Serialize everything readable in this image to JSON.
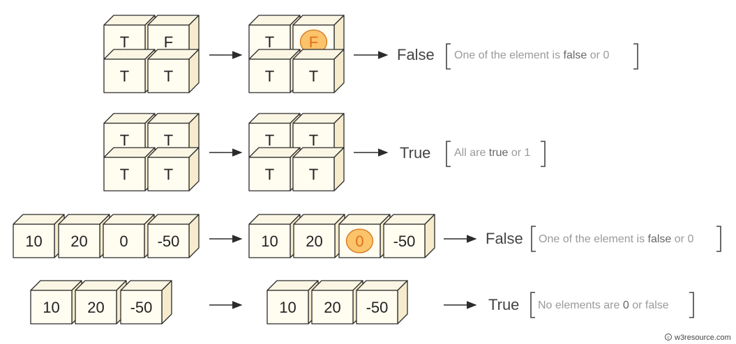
{
  "rows": [
    {
      "input": [
        "T",
        "F",
        "T",
        "T"
      ],
      "output": [
        "T",
        "F",
        "T",
        "T"
      ],
      "highlight": 1,
      "result": "False",
      "note": {
        "before": "One of the element is ",
        "strong": "false",
        "after": " or 0"
      }
    },
    {
      "input": [
        "T",
        "T",
        "T",
        "T"
      ],
      "output": [
        "T",
        "T",
        "T",
        "T"
      ],
      "highlight": -1,
      "result": "True",
      "note": {
        "before": "All are ",
        "strong": "true",
        "after": " or 1"
      }
    },
    {
      "input": [
        "10",
        "20",
        "0",
        "-50"
      ],
      "output": [
        "10",
        "20",
        "0",
        "-50"
      ],
      "highlight": 2,
      "result": "False",
      "note": {
        "before": "One of the element is ",
        "strong": "false",
        "after": " or 0"
      }
    },
    {
      "input": [
        "10",
        "20",
        "-50"
      ],
      "output": [
        "10",
        "20",
        "-50"
      ],
      "highlight": -1,
      "result": "True",
      "note": {
        "before": "No elements are ",
        "strong": "0",
        "after": " or false"
      }
    }
  ],
  "watermark": "w3resource.com",
  "colors": {
    "cube_front": "#fffcf0",
    "cube_side": "#f6eccd",
    "cube_top": "#fbf6e4",
    "outline": "#2b2b2b",
    "highlight_fill": "#fbc36a",
    "highlight_stroke": "#d2761e",
    "highlight_text": "#e0701c",
    "note_text": "#9a9a9a",
    "note_strong": "#666666",
    "result_text": "#444444"
  }
}
